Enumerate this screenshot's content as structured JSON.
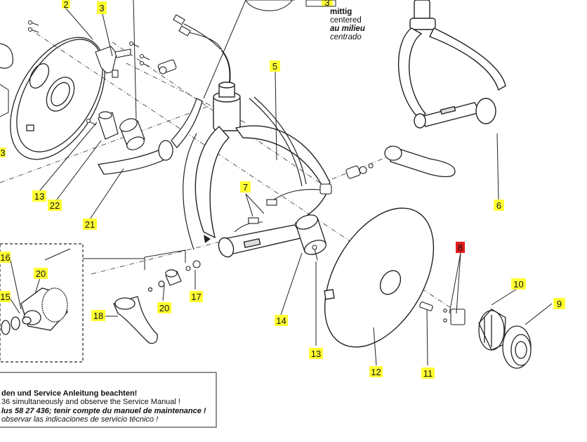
{
  "colors": {
    "callout_bg": "#ffff33",
    "callout_highlight_bg": "#e11d1d",
    "line": "#222222",
    "part_fill": "#f2f2f2"
  },
  "callouts": [
    {
      "label": "2",
      "highlight": false
    },
    {
      "label": "3",
      "highlight": false
    },
    {
      "label": "3",
      "highlight": false
    },
    {
      "label": "3",
      "highlight": false
    },
    {
      "label": "5",
      "highlight": false
    },
    {
      "label": "6",
      "highlight": false
    },
    {
      "label": "7",
      "highlight": false
    },
    {
      "label": "8",
      "highlight": true
    },
    {
      "label": "9",
      "highlight": false
    },
    {
      "label": "10",
      "highlight": false
    },
    {
      "label": "11",
      "highlight": false
    },
    {
      "label": "12",
      "highlight": false
    },
    {
      "label": "13",
      "highlight": false
    },
    {
      "label": "13",
      "highlight": false
    },
    {
      "label": "14",
      "highlight": false
    },
    {
      "label": "15",
      "highlight": false
    },
    {
      "label": "16",
      "highlight": false
    },
    {
      "label": "17",
      "highlight": false
    },
    {
      "label": "18",
      "highlight": false
    },
    {
      "label": "20",
      "highlight": false
    },
    {
      "label": "20",
      "highlight": false
    },
    {
      "label": "21",
      "highlight": false
    },
    {
      "label": "22",
      "highlight": false
    }
  ],
  "legend": {
    "de": "mittig",
    "en": "centered",
    "fr": "au milieu",
    "es": "centrado"
  },
  "note": {
    "line1": "den und Service Anleitung beachten!",
    "line2": "36 simultaneously and observe the Service Manual !",
    "line3": "lus 58 27 436; tenir compte du manuel de maintenance !",
    "line4": "observar las indicaciones de servicio técnico !"
  }
}
